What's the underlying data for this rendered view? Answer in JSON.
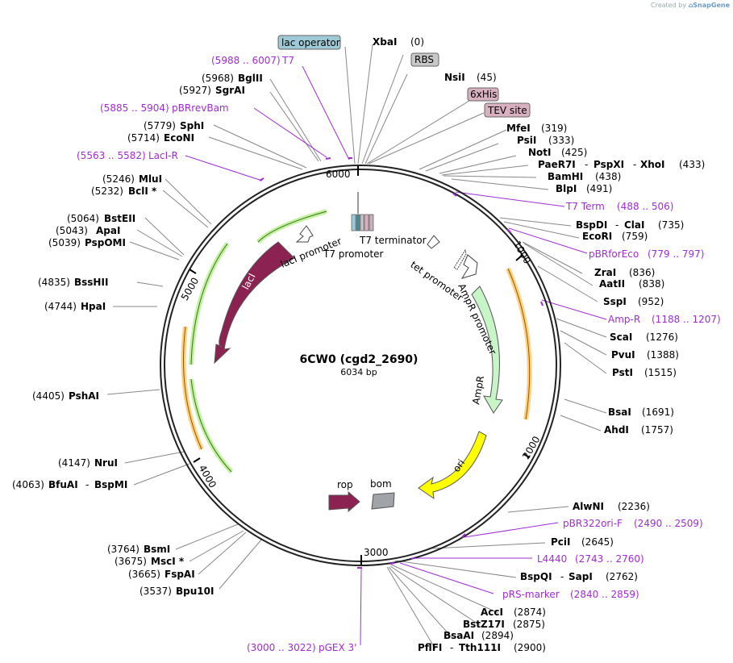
{
  "credit": {
    "prefix": "Created by",
    "brand": "SnapGene"
  },
  "plasmid": {
    "name": "6CW0 (cgd2_2690)",
    "size": "6034 bp",
    "ticks": [
      "1000",
      "2000",
      "3000",
      "4000",
      "5000",
      "6000"
    ]
  },
  "colors": {
    "purple": "#a02cd6",
    "lacI": "#8b2252",
    "ori": "#ffff00",
    "ampR": "#c8f5c8",
    "bom": "#a0a4a8",
    "rop": "#8b2252",
    "primer_green": "#c5f0a0",
    "primer_orange": "#ffd080"
  },
  "feature_labels": {
    "lac_operator": "lac operator",
    "rbs": "RBS",
    "his": "6xHis",
    "tev": "TEV site",
    "t7_terminator": "T7 terminator",
    "t7_promoter": "T7 promoter",
    "laci_promoter": "lacI promoter",
    "tet_promoter": "tet promoter",
    "ampr_promoter": "AmpR promoter",
    "ampr": "AmpR",
    "laci": "lacI",
    "ori": "ori",
    "rop": "rop",
    "bom": "bom"
  },
  "sites": {
    "xbai": {
      "name": "XbaI",
      "pos": "(0)"
    },
    "nsii": {
      "name": "NsiI",
      "pos": "(45)"
    },
    "mfei": {
      "name": "MfeI",
      "pos": "(319)"
    },
    "psii": {
      "name": "PsiI",
      "pos": "(333)"
    },
    "noti": {
      "name": "NotI",
      "pos": "(425)"
    },
    "paer7i": {
      "name": "PaeR7I",
      "sep1": "-",
      "name2": "PspXI",
      "sep2": "-",
      "name3": "XhoI",
      "pos": "(433)"
    },
    "bamhi": {
      "name": "BamHI",
      "pos": "(438)"
    },
    "blpi": {
      "name": "BlpI",
      "pos": "(491)"
    },
    "t7term": {
      "name": "T7 Term",
      "pos": "(488 .. 506)"
    },
    "bspdi": {
      "name": "BspDI",
      "sep": "-",
      "name2": "ClaI",
      "pos": "(735)"
    },
    "ecori": {
      "name": "EcoRI",
      "pos": "(759)"
    },
    "pbrforeco": {
      "name": "pBRforEco",
      "pos": "(779 .. 797)"
    },
    "zrai": {
      "name": "ZraI",
      "pos": "(836)"
    },
    "aatii": {
      "name": "AatII",
      "pos": "(838)"
    },
    "sspi": {
      "name": "SspI",
      "pos": "(952)"
    },
    "ampr_primer": {
      "name": "Amp-R",
      "pos": "(1188 .. 1207)"
    },
    "scai": {
      "name": "ScaI",
      "pos": "(1276)"
    },
    "pvui": {
      "name": "PvuI",
      "pos": "(1388)"
    },
    "psti": {
      "name": "PstI",
      "pos": "(1515)"
    },
    "bsai": {
      "name": "BsaI",
      "pos": "(1691)"
    },
    "ahdi": {
      "name": "AhdI",
      "pos": "(1757)"
    },
    "alwni": {
      "name": "AlwNI",
      "pos": "(2236)"
    },
    "pbr322ori": {
      "name": "pBR322ori-F",
      "pos": "(2490 .. 2509)"
    },
    "pcii": {
      "name": "PciI",
      "pos": "(2645)"
    },
    "l4440": {
      "name": "L4440",
      "pos": "(2743 .. 2760)"
    },
    "bspqi": {
      "name": "BspQI",
      "sep": "-",
      "name2": "SapI",
      "pos": "(2762)"
    },
    "prsmarker": {
      "name": "pRS-marker",
      "pos": "(2840 .. 2859)"
    },
    "acci": {
      "name": "AccI",
      "pos": "(2874)"
    },
    "bstz17i": {
      "name": "BstZ17I",
      "pos": "(2875)"
    },
    "bsaai": {
      "name": "BsaAI",
      "pos": "(2894)"
    },
    "pflfi": {
      "name": "PflFI",
      "sep": "-",
      "name2": "Tth111I",
      "pos": "(2900)"
    },
    "pgex3": {
      "pos": "(3000 .. 3022)",
      "name": "pGEX 3'"
    },
    "bpu10i": {
      "pos": "(3537)",
      "name": "Bpu10I"
    },
    "fspai": {
      "pos": "(3665)",
      "name": "FspAI"
    },
    "msci": {
      "pos": "(3675)",
      "name": "MscI *"
    },
    "bsmi": {
      "pos": "(3764)",
      "name": "BsmI"
    },
    "bfuai": {
      "pos": "(4063)",
      "name": "BfuAI",
      "sep": "-",
      "name2": "BspMI"
    },
    "nrui": {
      "pos": "(4147)",
      "name": "NruI"
    },
    "pshai": {
      "pos": "(4405)",
      "name": "PshAI"
    },
    "hpai": {
      "pos": "(4744)",
      "name": "HpaI"
    },
    "bsshii": {
      "pos": "(4835)",
      "name": "BssHII"
    },
    "pspomi": {
      "pos": "(5039)",
      "name": "PspOMI"
    },
    "apai": {
      "pos": "(5043)",
      "name": "ApaI"
    },
    "bsteii": {
      "pos": "(5064)",
      "name": "BstEII"
    },
    "bcli": {
      "pos": "(5232)",
      "name": "BclI *"
    },
    "mlui": {
      "pos": "(5246)",
      "name": "MluI"
    },
    "lacir": {
      "pos": "(5563 .. 5582)",
      "name": "LacI-R"
    },
    "econi": {
      "pos": "(5714)",
      "name": "EcoNI"
    },
    "sphi": {
      "pos": "(5779)",
      "name": "SphI"
    },
    "pbrrevbam": {
      "pos": "(5885 .. 5904)",
      "name": "pBRrevBam"
    },
    "sgrai": {
      "pos": "(5927)",
      "name": "SgrAI"
    },
    "bglii": {
      "pos": "(5968)",
      "name": "BglII"
    },
    "t7": {
      "pos": "(5988 .. 6007)",
      "name": "T7"
    }
  }
}
